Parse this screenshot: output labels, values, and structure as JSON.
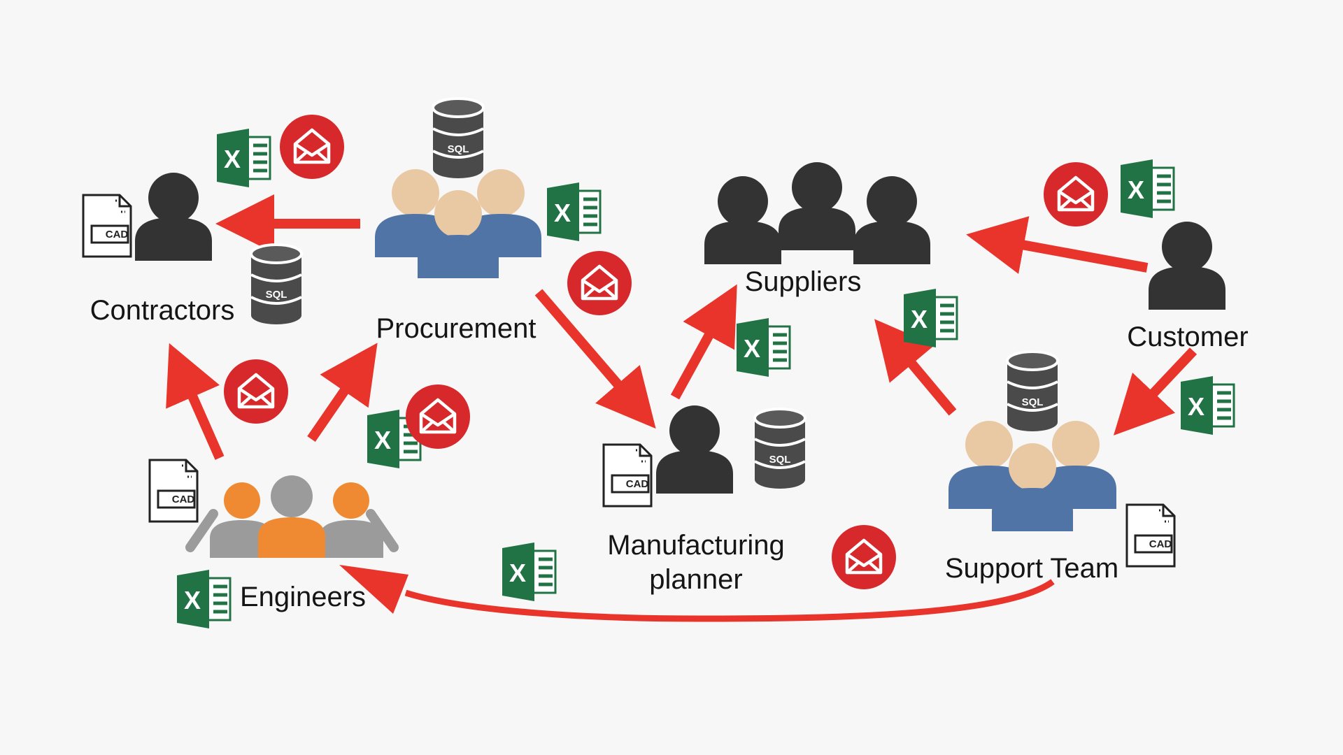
{
  "colors": {
    "background": "#f7f7f7",
    "arrow": "#e8342a",
    "person_dark": "#333333",
    "person_skin": "#e9c9a3",
    "person_blue": "#4f74a5",
    "person_orange": "#ef8a32",
    "person_gray": "#9b9b9b",
    "email_red": "#d7282c",
    "excel_green": "#217346",
    "db_dark": "#4a4a4a"
  },
  "icons": {
    "cad_label": "CAD",
    "sql_label": "SQL",
    "excel_letter": "X"
  },
  "nodes": {
    "contractors": {
      "label": "Contractors",
      "icon": "single-person-icon"
    },
    "procurement": {
      "label": "Procurement",
      "icon": "team-blue-icon"
    },
    "suppliers": {
      "label": "Suppliers",
      "icon": "group-dark-icon"
    },
    "customer": {
      "label": "Customer",
      "icon": "single-person-icon"
    },
    "engineers": {
      "label": "Engineers",
      "icon": "team-orange-icon"
    },
    "manufacturing": {
      "label_line1": "Manufacturing",
      "label_line2": "planner",
      "icon": "single-person-icon"
    },
    "support": {
      "label": "Support Team",
      "icon": "team-blue-icon"
    }
  },
  "edges": [
    {
      "from": "Procurement",
      "to": "Contractors"
    },
    {
      "from": "Procurement",
      "to": "Manufacturing planner"
    },
    {
      "from": "Manufacturing planner",
      "to": "Suppliers"
    },
    {
      "from": "Customer",
      "to": "Suppliers"
    },
    {
      "from": "Customer",
      "to": "Support Team"
    },
    {
      "from": "Support Team",
      "to": "Suppliers"
    },
    {
      "from": "Support Team",
      "to": "Engineers"
    },
    {
      "from": "Engineers",
      "to": "Contractors"
    },
    {
      "from": "Engineers",
      "to": "Procurement"
    }
  ]
}
